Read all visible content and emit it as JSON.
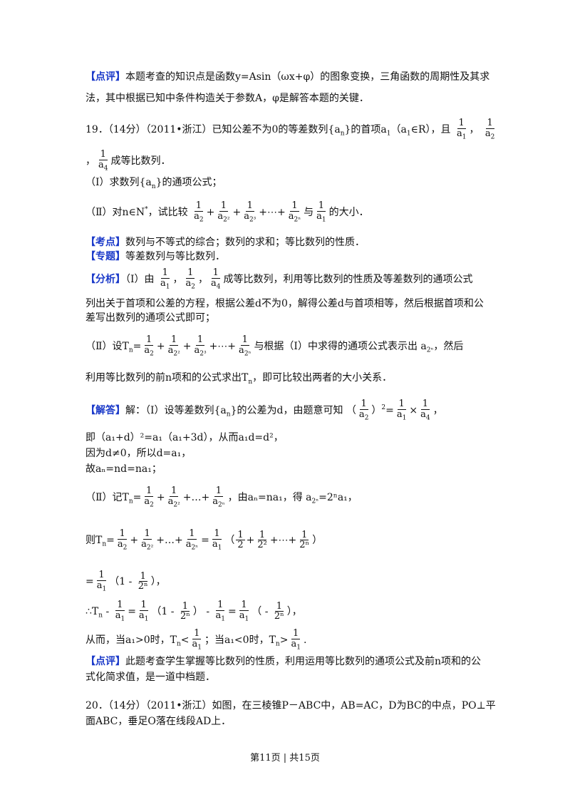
{
  "review1": {
    "tag": "【点评】",
    "text1": "本题考查的知识点是函数y=Asin（ωx+φ）的图象变换，三角函数的周期性及其求",
    "text2": "法，其中根据已知中条件构造关于参数A，φ是解答本题的关键．"
  },
  "q19": {
    "header": "19．（14分）（2011•浙江）已知公差不为0的等差数列{a",
    "header2": "}的首项a",
    "header3": "（a",
    "header4": "∈R），且",
    "cont": "成等比数列．",
    "part1": "（Ⅰ）求数列{a",
    "part1b": "}的通项公式；",
    "part2": "（Ⅱ）对n∈N",
    "part2b": "，试比较",
    "part2c": "与",
    "part2d": "的大小．"
  },
  "kaodian": {
    "tag": "【考点】",
    "text": "数列与不等式的综合；数列的求和；等比数列的性质．"
  },
  "zhuanti": {
    "tag": "【专题】",
    "text": "等差数列与等比数列．"
  },
  "fenxi": {
    "tag": "【分析】",
    "a1": "（Ⅰ）由",
    "a2": "成等比数列，利用等比数列的性质及等差数列的通项公式",
    "line2": "列出关于首项和公差的方程，根据公差d不为0，解得公差d与首项相等，然后根据首项和公",
    "line3": "差写出数列的通项公式即可；",
    "b1": "（Ⅱ）设T",
    "b2": "与根据（Ⅰ）中求得的通项公式表示出",
    "b3": "，然后",
    "line5": "利用等比数列的前n项和的公式求出T",
    "line5b": "，即可比较出两者的大小关系．"
  },
  "jieda": {
    "tag": "【解答】",
    "s1": "解：（Ⅰ）设等差数列{a",
    "s1b": "}的公差为d，由题意可知",
    "l2": "即（a₁+d）²=a₁（a₁+3d），从而a₁d=d²，",
    "l3": "因为d≠0，所以d=a₁，",
    "l4": "故aₙ=nd=na₁；",
    "l5a": "（Ⅱ）记T",
    "l5b": "，由aₙ=na₁，得",
    "l5c": "=2ⁿa₁，",
    "l6a": "则T",
    "l7": "（1 - ",
    "l8a": "∴T",
    "l9a": "从而，当a₁>0时，T",
    "l9b": "；当a₁<0时，T",
    "l9c": "."
  },
  "review2": {
    "tag": "【点评】",
    "text1": "此题考查学生掌握等比数列的性质，利用运用等比数列的通项公式及前n项和的公",
    "text2": "式化简求值，是一道中档题．"
  },
  "q20": {
    "line1": "20．（14分）（2011•浙江）如图，在三棱锥P－ABC中，AB=AC，D为BC的中点，PO⊥平",
    "line2": "面ABC，垂足O落在线段AD上．"
  },
  "footer": {
    "text": "第11页 | 共15页"
  }
}
